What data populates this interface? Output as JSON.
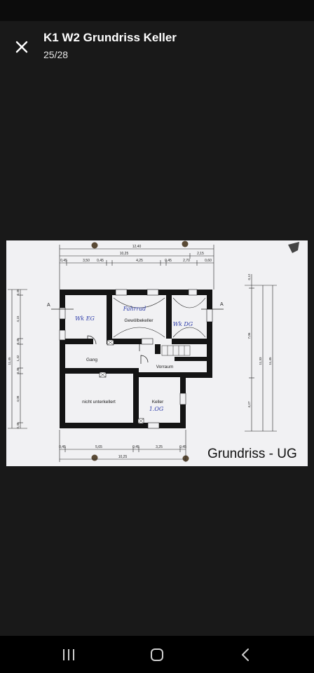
{
  "header": {
    "title": "K1 W2 Grundriss Keller",
    "counter": "25/28",
    "close_icon": "close-icon"
  },
  "plan": {
    "caption": "Grundriss - UG",
    "rooms": {
      "gewoelbekeller": "Gewölbekeller",
      "gang": "Gang",
      "vorraum": "Vorraum",
      "nicht_unterkellert": "nicht unterkellert",
      "keller": "Keller"
    },
    "handwriting": {
      "we_eg": "Wk EG",
      "fahrrad": "Fahrrad",
      "we_dg": "Wk DG",
      "og": "1.OG"
    },
    "section_marks": [
      "A",
      "A"
    ],
    "dims_top": {
      "total": "12,40",
      "inner": "10,25",
      "right": "2,15",
      "chain": [
        "0,45",
        "3,50",
        "0,45",
        "4,25",
        "0,45",
        "2,70",
        "0,60"
      ]
    },
    "dims_bottom": {
      "chain": [
        "0,45",
        "5,65",
        "0,45",
        "3,25",
        "0,45"
      ],
      "total": "10,25"
    },
    "dims_left": {
      "total": "11,45",
      "chain": [
        "0,45",
        "4,15",
        "0,45",
        "1,42",
        "0,45",
        "4,08",
        "0,45"
      ]
    },
    "dims_right": [
      "0,12",
      "7,06",
      "4,27",
      "11,33",
      "11,45"
    ]
  },
  "navbar": {
    "recent_icon": "recent-apps-icon",
    "home_icon": "home-icon",
    "back_icon": "back-icon"
  },
  "colors": {
    "background": "#191919",
    "paper": "#f1f1f3",
    "wall": "#141414",
    "handwriting": "#2b3aa8"
  }
}
